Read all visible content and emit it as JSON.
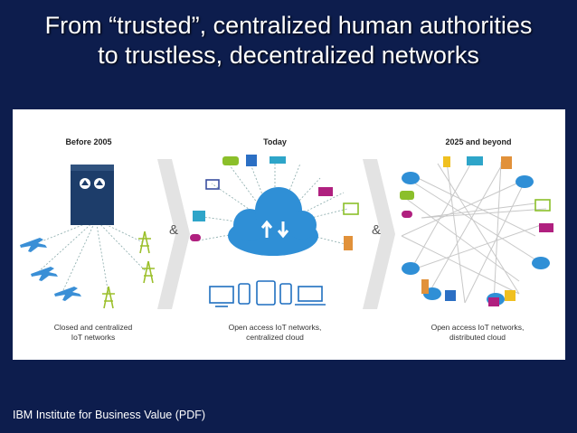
{
  "slide": {
    "title_line1": "From “trusted”, centralized human authorities",
    "title_line2": "to trustless, decentralized networks",
    "footer": "IBM Institute for Business Value (PDF)"
  },
  "panels": [
    {
      "heading": "Before 2005",
      "caption_line1": "Closed and centralized",
      "caption_line2": "IoT networks"
    },
    {
      "heading": "Today",
      "caption_line1": "Open access IoT networks,",
      "caption_line2": "centralized cloud"
    },
    {
      "heading": "2025 and beyond",
      "caption_line1": "Open access IoT networks,",
      "caption_line2": "distributed cloud"
    }
  ],
  "connectors": [
    "&",
    "&"
  ],
  "icons": {
    "left": [
      "server-icon",
      "airplane-icon",
      "power-tower-icon"
    ],
    "middle": [
      "cloud-icon",
      "car-icon",
      "shopping-bag-icon",
      "cctv-icon",
      "cart-icon",
      "forklift-icon",
      "factory-icon",
      "monitor-icon",
      "laptop-icon",
      "phone-icon",
      "tablet-icon",
      "pill-icon",
      "jacket-icon"
    ],
    "right": [
      "cloud-icon",
      "truck-icon",
      "car-icon",
      "forklift-icon",
      "monitor-icon",
      "cctv-icon",
      "fridge-icon",
      "pill-icon",
      "tag-icon"
    ]
  },
  "colors": {
    "background": "#0d1d4d",
    "cloud": "#2f8fd6",
    "panel": "#ffffff",
    "arrow": "#e3e3e3"
  }
}
